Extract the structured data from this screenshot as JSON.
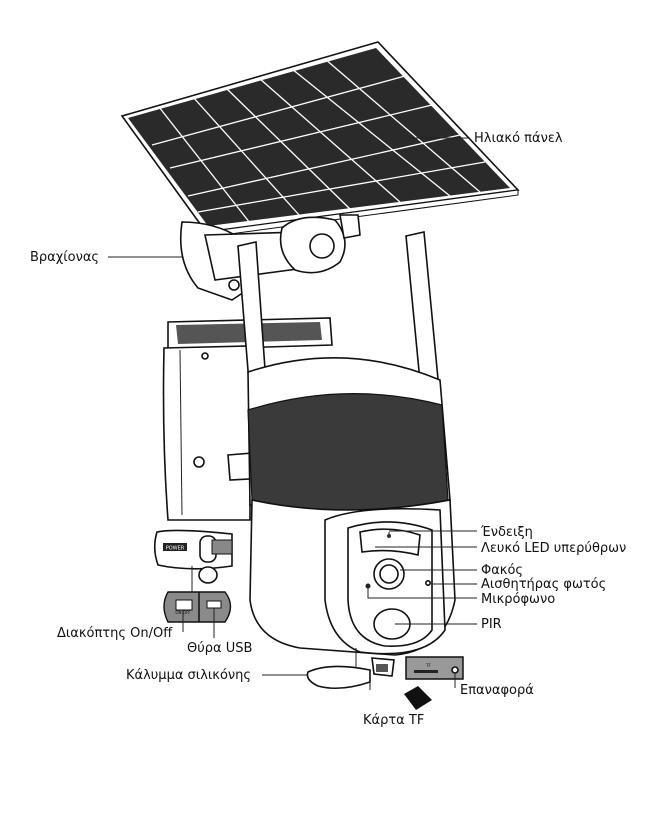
{
  "title": "Solar PTZ camera parts diagram",
  "labels": {
    "solar_panel": "Ηλιακό πάνελ",
    "bracket": "Βραχίονας",
    "indicator": "Ένδειξη",
    "ir_white_led": "Λευκό LED υπερύθρων",
    "lens": "Φακός",
    "light_sensor": "Αισθητήρας φωτός",
    "microphone": "Μικρόφωνο",
    "pir": "PIR",
    "power_switch": "Διακόπτης On/Off",
    "usb_port": "Θύρα USB",
    "silicone_cover": "Κάλυμμα σιλικόνης",
    "reset": "Επαναφορά",
    "tf_card": "Κάρτα TF"
  },
  "component_text": {
    "power": "POWER",
    "on_off": "ON OFF",
    "tf": "TF"
  }
}
